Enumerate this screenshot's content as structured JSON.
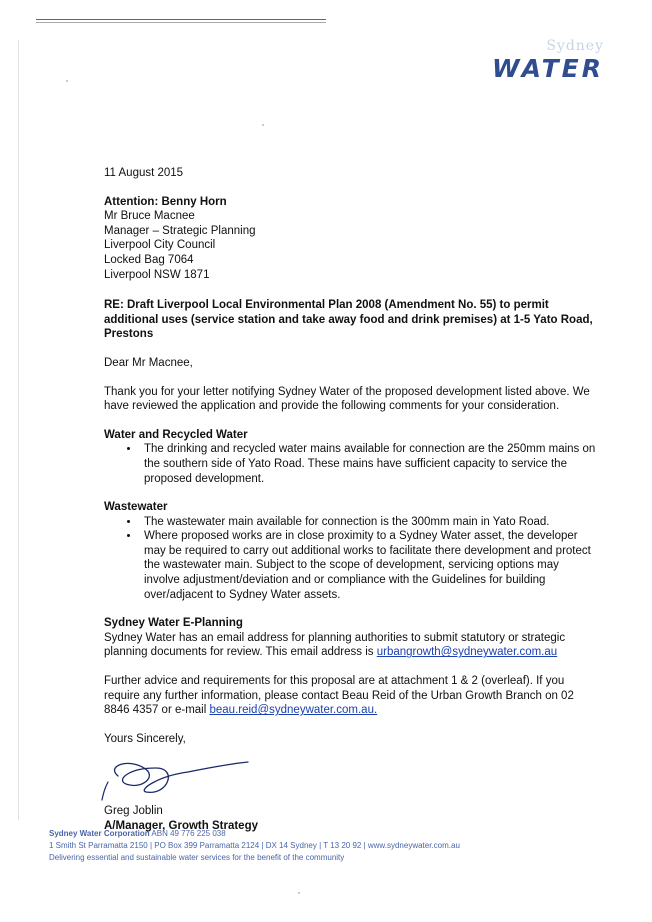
{
  "logo": {
    "top": "Sydney",
    "main": "WATER"
  },
  "date": "11 August 2015",
  "recipient": {
    "attention": "Attention: Benny Horn",
    "lines": [
      "Mr Bruce Macnee",
      "Manager – Strategic Planning",
      "Liverpool City Council",
      "Locked Bag 7064",
      "Liverpool NSW 1871"
    ]
  },
  "subject": "RE: Draft Liverpool Local Environmental Plan 2008 (Amendment No. 55) to permit additional uses (service station and take away food and drink premises) at 1-5 Yato Road, Prestons",
  "salutation": "Dear Mr Macnee,",
  "intro": "Thank you for your letter notifying Sydney Water of the proposed development listed above. We have reviewed the application and provide the following comments for your consideration.",
  "sections": {
    "water": {
      "heading": "Water and Recycled Water",
      "bullets": [
        "The drinking and recycled water mains available for connection are the 250mm mains on the southern side of Yato Road. These mains have sufficient capacity to service the proposed development."
      ]
    },
    "wastewater": {
      "heading": "Wastewater",
      "bullets": [
        "The wastewater main available for connection is the 300mm main in Yato Road.",
        "Where proposed works are in close proximity to a Sydney Water asset, the developer may be required to carry out additional works to facilitate there development and protect the wastewater main. Subject to the scope of development, servicing options may involve adjustment/deviation and or compliance with the Guidelines for building over/adjacent to Sydney Water assets."
      ]
    },
    "eplanning": {
      "heading": "Sydney Water E-Planning",
      "text": "Sydney Water has an email address for planning authorities to submit statutory or strategic planning documents for review. This email address is",
      "email": "urbangrowth@sydneywater.com.au"
    }
  },
  "further": {
    "text": "Further advice and requirements for this proposal are at attachment 1 & 2 (overleaf). If you require any further information, please contact Beau Reid of the Urban Growth Branch on 02 8846 4357 or e-mail",
    "email": "beau.reid@sydneywater.com.au."
  },
  "closing": "Yours Sincerely,",
  "signatory": {
    "name": "Greg Joblin",
    "title": "A/Manager, Growth Strategy"
  },
  "footer": {
    "corp": "Sydney Water Corporation",
    "abn": "ABN 49 776 225 038",
    "address": "1 Smith St Parramatta 2150 | PO Box 399 Parramatta 2124 | DX 14 Sydney | T 13 20 92 | www.sydneywater.com.au",
    "tagline": "Delivering essential and sustainable water services for the benefit of the community"
  }
}
